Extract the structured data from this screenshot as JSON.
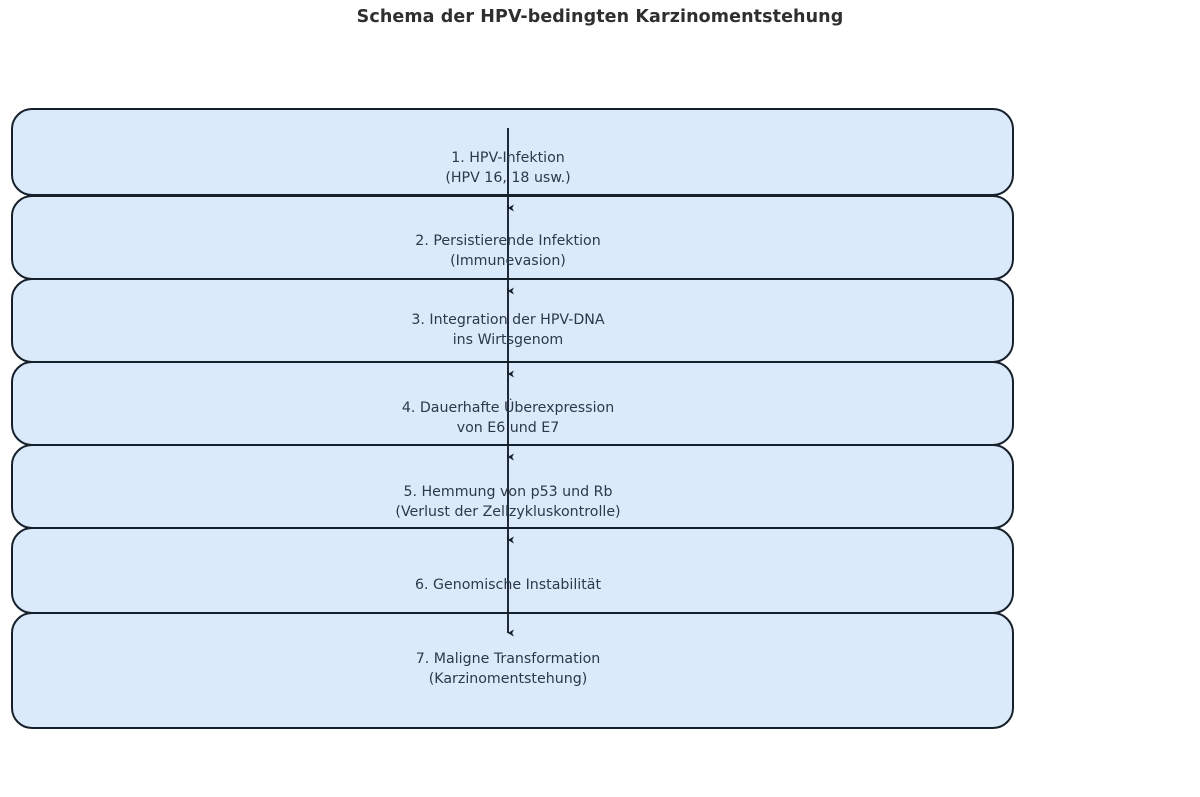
{
  "title": "Schema der HPV-bedingten Karzinomentstehung",
  "colors": {
    "box_fill": "#daeafb",
    "box_edge": "#16202b",
    "text": "#2b3a46",
    "title": "#2f2f2f",
    "arrow": "#16202b",
    "background": "#ffffff"
  },
  "diagram": {
    "type": "flowchart",
    "orientation": "vertical",
    "node_count": 7,
    "arrow_count": 6,
    "nodes": [
      {
        "id": "node-1",
        "step": 1,
        "label": "1. HPV-Infektion\n(HPV 16, 18 usw.)",
        "line1": "1. HPV-Infektion",
        "line2": "(HPV 16, 18 usw.)"
      },
      {
        "id": "node-2",
        "step": 2,
        "label": "2. Persistierende Infektion\n(Immunevasion)",
        "line1": "2. Persistierende Infektion",
        "line2": "(Immunevasion)"
      },
      {
        "id": "node-3",
        "step": 3,
        "label": "3. Integration der HPV-DNA\nins Wirtsgenom",
        "line1": "3. Integration der HPV-DNA",
        "line2": "ins Wirtsgenom"
      },
      {
        "id": "node-4",
        "step": 4,
        "label": "4. Dauerhafte Überexpression\nvon E6 und E7",
        "line1": "4. Dauerhafte Überexpression",
        "line2": "von E6 und E7"
      },
      {
        "id": "node-5",
        "step": 5,
        "label": "5. Hemmung von p53 und Rb\n(Verlust der Zellzykluskontrolle)",
        "line1": "5. Hemmung von p53 und Rb",
        "line2": "(Verlust der Zellzykluskontrolle)"
      },
      {
        "id": "node-6",
        "step": 6,
        "label": "6. Genomische Instabilität",
        "line1": "6. Genomische Instabilität",
        "line2": ""
      },
      {
        "id": "node-7",
        "step": 7,
        "label": "7. Maligne Transformation\n(Karzinomentstehung)",
        "line1": "7. Maligne Transformation",
        "line2": "(Karzinomentstehung)"
      }
    ],
    "edges": [
      {
        "from": "node-1",
        "to": "node-2",
        "label": ""
      },
      {
        "from": "node-2",
        "to": "node-3",
        "label": ""
      },
      {
        "from": "node-3",
        "to": "node-4",
        "label": ""
      },
      {
        "from": "node-4",
        "to": "node-5",
        "label": ""
      },
      {
        "from": "node-5",
        "to": "node-6",
        "label": ""
      },
      {
        "from": "node-6",
        "to": "node-7",
        "label": ""
      }
    ]
  }
}
